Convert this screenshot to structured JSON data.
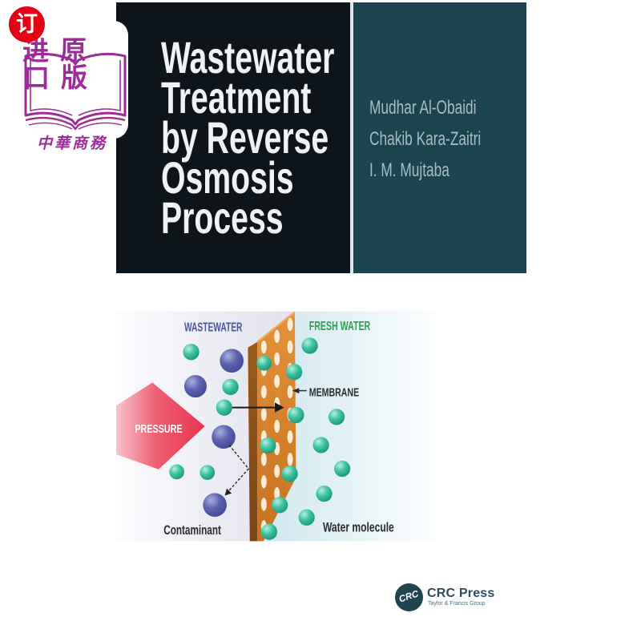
{
  "stamp": {
    "circle_char": "订",
    "book_left_top": "进",
    "book_left_bottom": "口",
    "book_right_top": "原",
    "book_right_bottom": "版",
    "script_text": "中華商務"
  },
  "cover": {
    "title_lines": [
      "Wastewater",
      "Treatment",
      "by Reverse",
      "Osmosis",
      "Process"
    ],
    "authors": [
      "Mudhar Al-Obaidi",
      "Chakib Kara-Zaitri",
      "I. M. Mujtaba"
    ]
  },
  "diagram": {
    "labels": {
      "left_region": "WASTEWATER",
      "right_region": "FRESH WATER",
      "membrane": "MEMBRANE",
      "pressure": "PRESSURE",
      "contaminant": "Contaminant",
      "water_molecule": "Water molecule"
    },
    "colors": {
      "contaminant_fill": "#5d64ad",
      "water_fill": "#3fc4a2",
      "membrane_face": "#d07b28",
      "membrane_edge": "#8a4e1c",
      "pressure_arrow": "#e73550",
      "wastewater_label": "#4a55a2",
      "freshwater_label": "#2f9e55",
      "dark_label": "#2d2d2d"
    },
    "contaminants": [
      [
        330,
        427,
        19
      ],
      [
        272,
        468,
        18
      ],
      [
        317,
        549,
        19
      ],
      [
        303,
        658,
        19
      ]
    ],
    "water_molecules_left": [
      [
        265,
        413,
        13
      ],
      [
        328,
        469,
        13
      ],
      [
        318,
        502,
        13
      ],
      [
        242,
        605,
        12
      ],
      [
        291,
        606,
        12
      ]
    ],
    "water_molecules_membrane": [
      [
        382,
        431,
        12
      ],
      [
        388,
        563,
        13
      ],
      [
        423,
        608,
        13
      ],
      [
        407,
        658,
        13
      ],
      [
        390,
        701,
        13
      ]
    ],
    "water_molecules_right": [
      [
        455,
        403,
        13
      ],
      [
        430,
        445,
        13
      ],
      [
        433,
        514,
        13
      ],
      [
        498,
        517,
        13
      ],
      [
        473,
        562,
        13
      ],
      [
        507,
        600,
        13
      ],
      [
        478,
        640,
        13
      ],
      [
        450,
        678,
        13
      ]
    ]
  },
  "publisher": {
    "logo_text": "CRC",
    "name": "CRC Press",
    "tagline": "Taylor & Francis Group"
  }
}
